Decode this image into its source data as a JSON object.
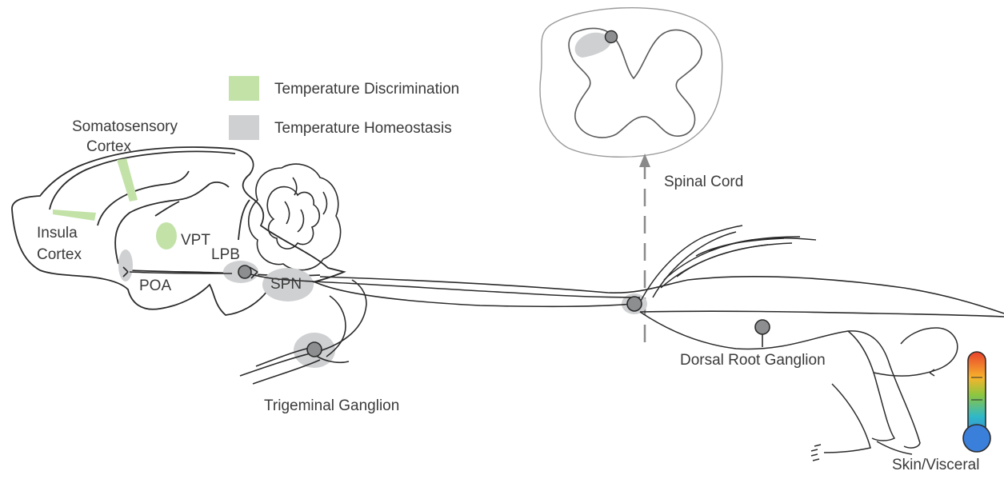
{
  "legend": {
    "items": [
      {
        "label": "Temperature Discrimination",
        "color": "#c3e2a8"
      },
      {
        "label": "Temperature Homeostasis",
        "color": "#cfd0d2"
      }
    ]
  },
  "labels": {
    "somatosensory_line1": "Somatosensory",
    "somatosensory_line2": "Cortex",
    "insula_line1": "Insula",
    "insula_line2": "Cortex",
    "vpt": "VPT",
    "lpb": "LPB",
    "poa": "POA",
    "spn": "SPN",
    "trigeminal": "Trigeminal Ganglion",
    "spinal_cord": "Spinal Cord",
    "drg": "Dorsal Root Ganglion",
    "skin": "Skin/Visceral"
  },
  "colors": {
    "outline": "#2b2b2b",
    "discrimination": "#c3e2a8",
    "homeostasis": "#cfd0d2",
    "neuron": "#8d8e90",
    "thermo_hot": "#e8412c",
    "thermo_mid": "#8cc63f",
    "thermo_cold": "#3a9ad9"
  }
}
